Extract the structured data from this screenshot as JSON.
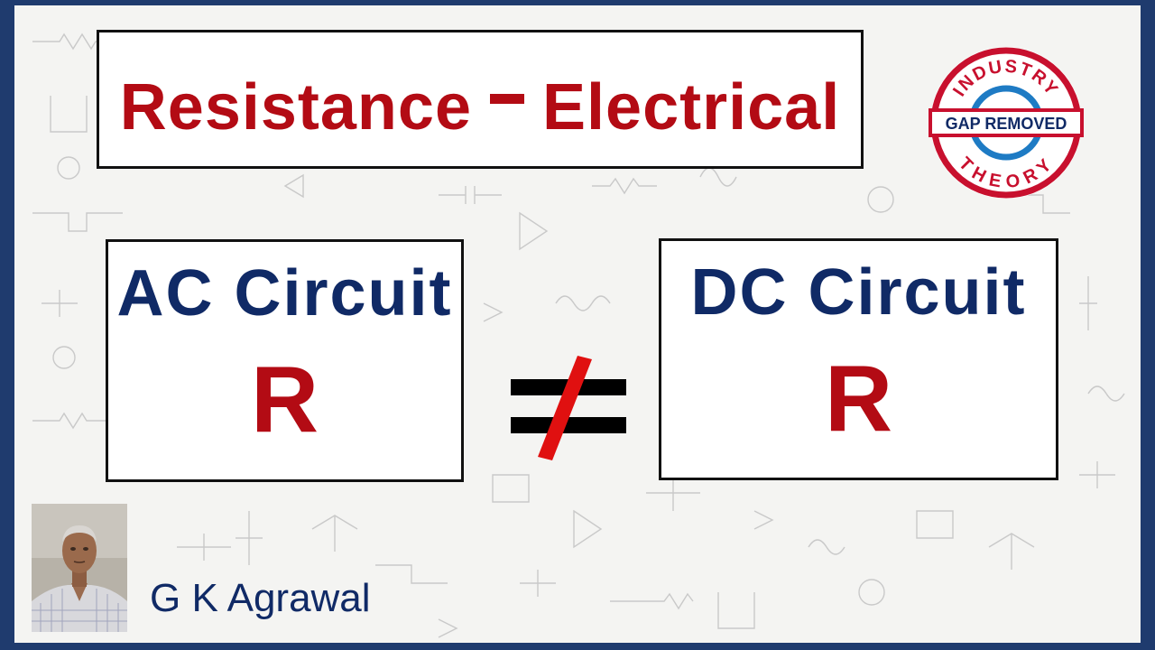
{
  "title": {
    "left": "Resistance",
    "right": "Electrical"
  },
  "ac_card": {
    "label": "AC Circuit",
    "symbol": "R"
  },
  "dc_card": {
    "label": "DC Circuit",
    "symbol": "R"
  },
  "badge": {
    "top_text": "INDUSTRY",
    "middle_text": "GAP REMOVED",
    "bottom_text": "THEORY"
  },
  "author": {
    "name": "G K Agrawal"
  },
  "colors": {
    "title_red": "#b30b14",
    "circuit_blue": "#102a66",
    "frame_blue": "#1f3b6e",
    "badge_red": "#c8102e",
    "badge_blue": "#1e7bc4"
  }
}
